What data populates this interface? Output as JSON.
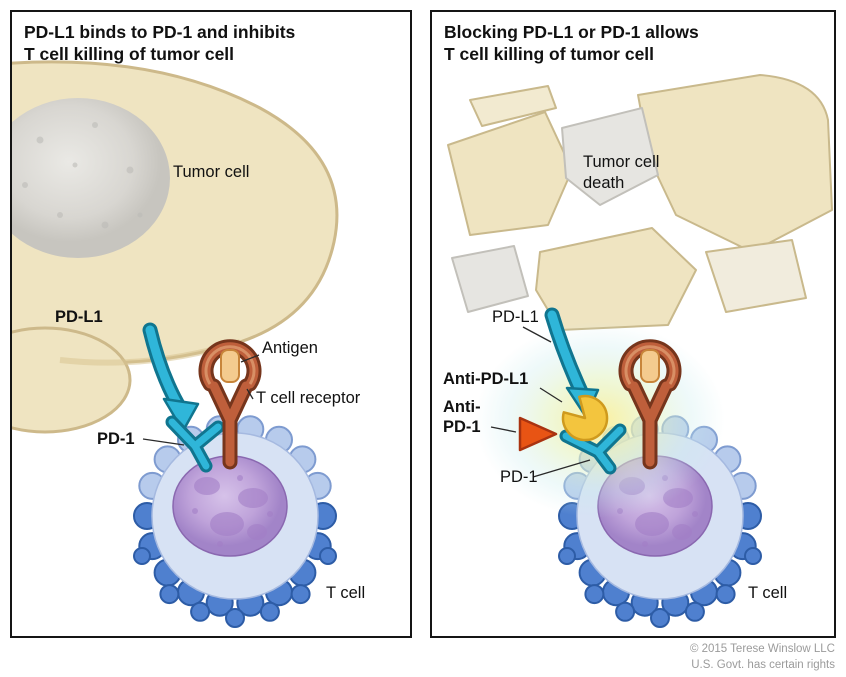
{
  "left": {
    "title_line1": "PD-L1 binds to PD-1 and inhibits",
    "title_line2": "T cell killing of tumor cell",
    "tumor_cell": "Tumor cell",
    "pdl1": "PD-L1",
    "antigen": "Antigen",
    "t_cell_receptor": "T cell receptor",
    "pd1": "PD-1",
    "t_cell": "T cell"
  },
  "right": {
    "title_line1": "Blocking PD-L1 or PD-1 allows",
    "title_line2": "T cell killing of tumor cell",
    "tumor_cell_death_line1": "Tumor cell",
    "tumor_cell_death_line2": "death",
    "pdl1": "PD-L1",
    "anti_pdl1": "Anti-PD-L1",
    "anti_pd1_line1": "Anti-",
    "anti_pd1_line2": "PD-1",
    "pd1": "PD-1",
    "t_cell": "T cell"
  },
  "footer": {
    "copyright_line1": "© 2015 Terese Winslow LLC",
    "copyright_line2": "U.S. Govt. has certain rights"
  },
  "colors": {
    "tumor_cell": "#efe4c1",
    "tumor_cell_edge": "#cdb98a",
    "fragment_gray": "#e6e5e1",
    "fragment_pale": "#f1ecdd",
    "pdl1_cyan": "#2fb6d9",
    "pdl1_cyan_dark": "#10758f",
    "receptor_brown": "#bf5f3b",
    "antigen_tan": "#f4cb8e",
    "t_cell_body": "#d7e2f4",
    "t_cell_ruffle_dark": "#4f80cf",
    "t_cell_ruffle_light": "#b7cbec",
    "anti_pdl1_yellow": "#f3c53e",
    "anti_pd1_red": "#e85414"
  }
}
